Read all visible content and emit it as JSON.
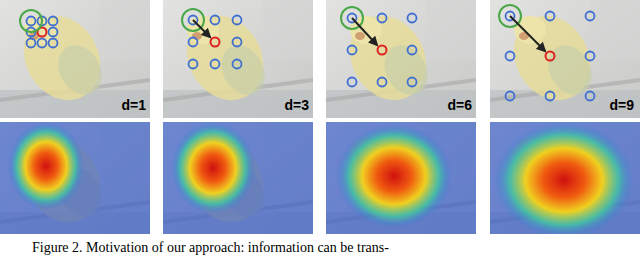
{
  "diagram": {
    "caption": "Figure 2. Motivation of our approach: information can be trans-",
    "labels": [
      "d=1",
      "d=3",
      "d=6",
      "d=9"
    ]
  }
}
